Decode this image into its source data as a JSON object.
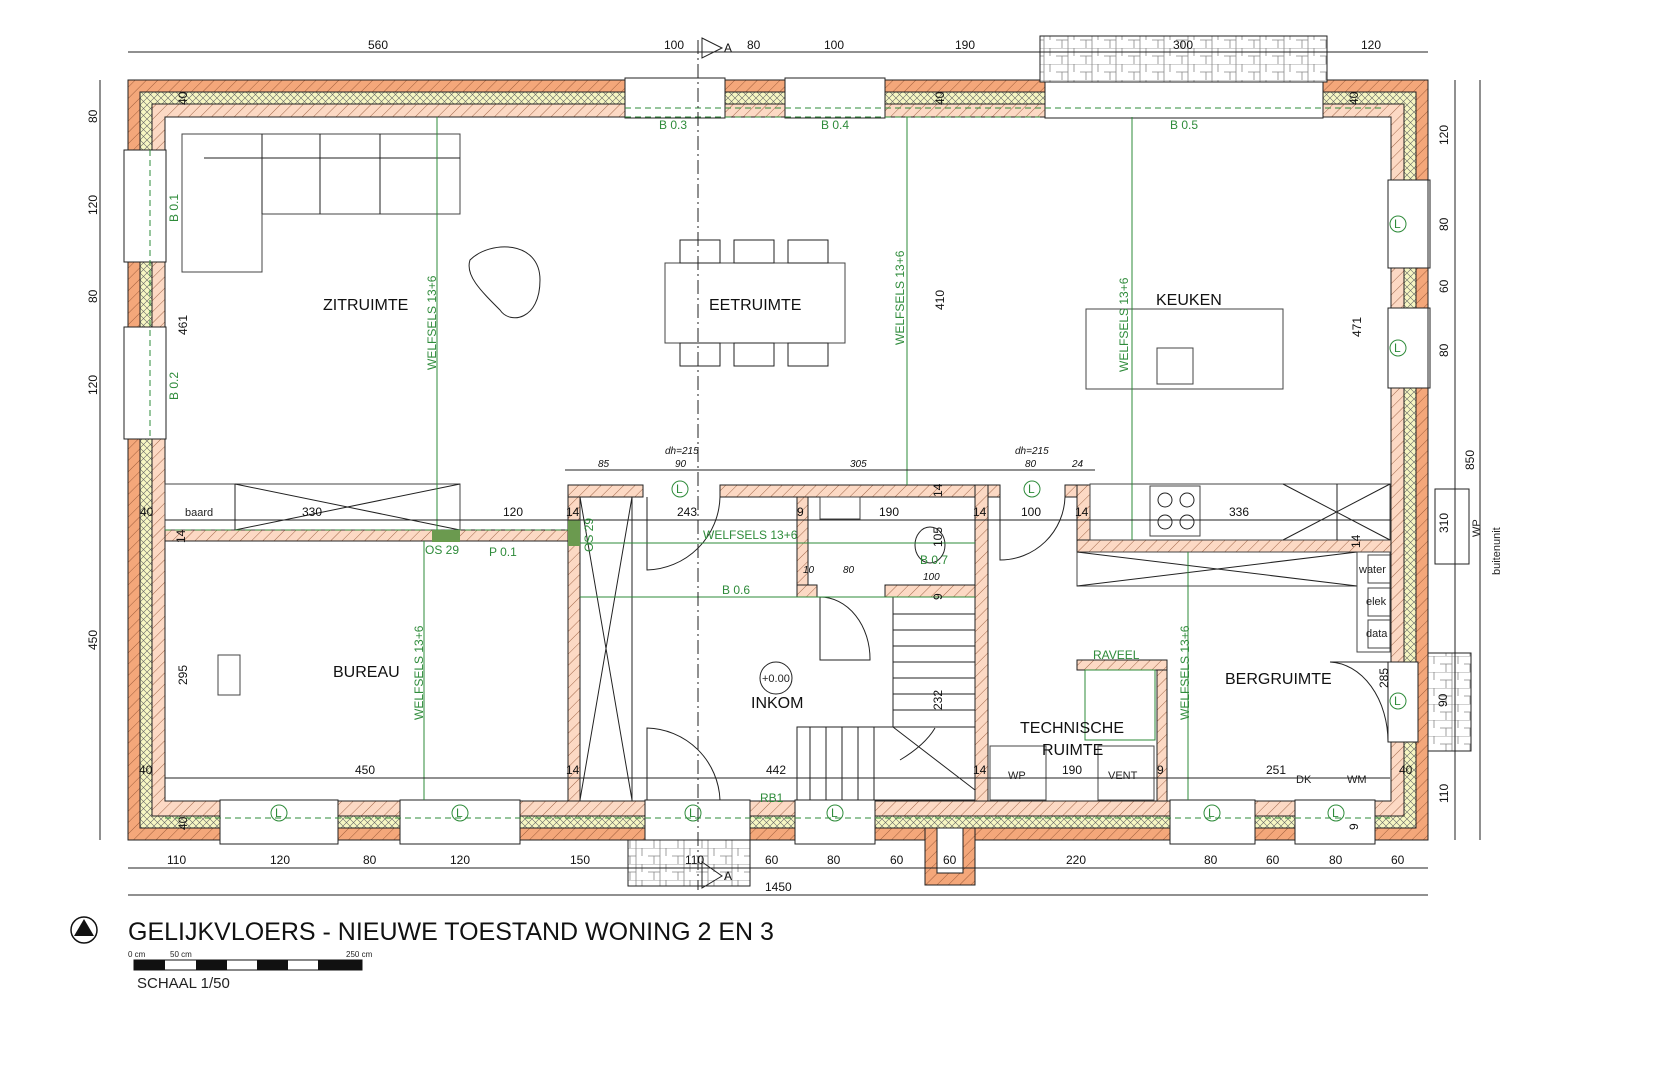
{
  "colors": {
    "outer_brick": "#f4a77a",
    "inner_leaf": "#fcd9c4",
    "insulation": "#f6f6c2",
    "structure_green": "#2e8b3a"
  },
  "title": "GELIJKVLOERS - NIEUWE TOESTAND WONING 2 EN 3",
  "scale": {
    "label": "SCHAAL 1/50",
    "ticks": [
      "0 cm",
      "50 cm",
      "250 cm"
    ]
  },
  "rooms": {
    "zitruimte": "ZITRUIMTE",
    "eetruimte": "EETRUIMTE",
    "keuken": "KEUKEN",
    "bureau": "BUREAU",
    "inkom": "INKOM",
    "technische_1": "TECHNISCHE",
    "technische_2": "RUIMTE",
    "bergruimte": "BERGRUIMTE"
  },
  "level_marker": "+0.00",
  "section_marker": "A",
  "dims_top": [
    "560",
    "100",
    "80",
    "100",
    "190",
    "300",
    "120"
  ],
  "dims_bottom": [
    "110",
    "120",
    "80",
    "120",
    "150",
    "110",
    "60",
    "80",
    "60",
    "60",
    "220",
    "80",
    "60",
    "80",
    "60"
  ],
  "dims_total": "1450",
  "dims_left": [
    "80",
    "120",
    "80",
    "120",
    "450"
  ],
  "dims_right": [
    "120",
    "80",
    "60",
    "80",
    "110",
    "850",
    "310",
    "90"
  ],
  "dims_interior": [
    "461",
    "295",
    "410",
    "471",
    "285",
    "232",
    "105"
  ],
  "dims_row_512": [
    "40",
    "330",
    "120",
    "14",
    "243",
    "9",
    "190",
    "14",
    "100",
    "14",
    "336",
    "14"
  ],
  "dims_row_770": [
    "40",
    "450",
    "14",
    "442",
    "14",
    "190",
    "9",
    "251",
    "40"
  ],
  "dims_row_463": [
    "85",
    "90",
    "305",
    "80",
    "24"
  ],
  "door_heights": [
    "dh=215",
    "dh=215"
  ],
  "dims_small": [
    "10",
    "80",
    "100",
    "14",
    "14",
    "40",
    "40",
    "40",
    "40",
    "9",
    "9"
  ],
  "structure": {
    "beams": [
      "B 0.1",
      "B 0.2",
      "B 0.3",
      "B 0.4",
      "B 0.5",
      "B 0.6",
      "B 0.7"
    ],
    "columns": [
      "OS 29",
      "OS 29"
    ],
    "post": "P 0.1",
    "ring_beam": "RB1",
    "raveel": "RAVEEL",
    "floors": [
      "WELFSELS 13+6",
      "WELFSELS 13+6",
      "WELFSELS 13+6",
      "WELFSELS 13+6",
      "WELFSELS 13+6",
      "WELFSELS 13+6"
    ]
  },
  "fixtures": {
    "fireplace": "baard",
    "water": "water",
    "elek": "elek",
    "data": "data",
    "wp": "WP",
    "vent": "VENT",
    "dk": "DK",
    "wm": "WM",
    "outdoor_wp": "WP",
    "outdoor_unit": "buitenunit",
    "lintel": "L"
  }
}
